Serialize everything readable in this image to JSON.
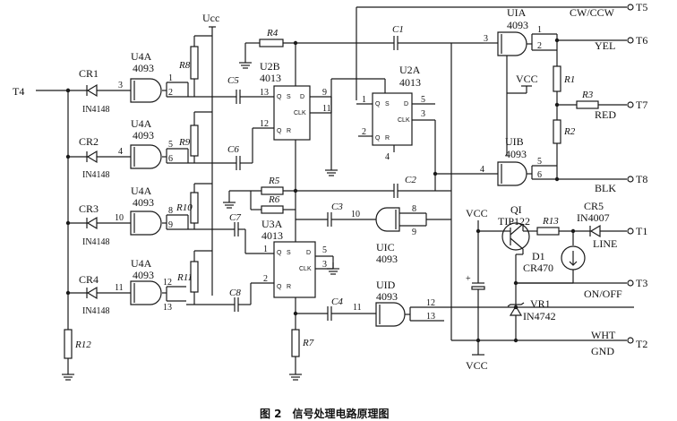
{
  "caption": "图 2　信号处理电路原理图",
  "supply": {
    "ucc": "Ucc",
    "vcc_top": "VCC",
    "vcc_left": "VCC",
    "vcc_bottom": "VCC"
  },
  "inputs": {
    "t4": "T4",
    "diodes": [
      {
        "ref": "CR1",
        "part": "IN4148"
      },
      {
        "ref": "CR2",
        "part": "IN4148"
      },
      {
        "ref": "CR3",
        "part": "IN4148"
      },
      {
        "ref": "CR4",
        "part": "IN4148"
      }
    ],
    "gates": [
      {
        "ref": "U4A",
        "part": "4093",
        "in1": "3",
        "in2": "1",
        "in3": "2"
      },
      {
        "ref": "U4A",
        "part": "4093",
        "in1": "4",
        "in2": "5",
        "in3": "6"
      },
      {
        "ref": "U4A",
        "part": "4093",
        "in1": "10",
        "in2": "8",
        "in3": "9"
      },
      {
        "ref": "U4A",
        "part": "4093",
        "in1": "11",
        "in2": "12",
        "in3": "13"
      }
    ],
    "resistors": [
      "R8",
      "R9",
      "R10",
      "R11",
      "R12"
    ]
  },
  "flipflops": {
    "u2b": {
      "ref": "U2B",
      "part": "4013",
      "p1": "13",
      "p2": "12",
      "p3": "9",
      "p4": "11",
      "q": "Q",
      "s": "S",
      "d": "D",
      "clk": "CLK",
      "qb": "Q",
      "r": "R"
    },
    "u2a": {
      "ref": "U2A",
      "part": "4013",
      "p1": "1",
      "p2": "2",
      "p3": "5",
      "p4": "3",
      "p5": "4",
      "q": "Q",
      "s": "S",
      "d": "D",
      "clk": "CLK",
      "qb": "Q",
      "r": "R"
    },
    "u3a": {
      "ref": "U3A",
      "part": "4013",
      "p1": "1",
      "p2": "2",
      "p3": "5",
      "p4": "3",
      "q": "Q",
      "s": "S",
      "d": "D",
      "clk": "CLK",
      "qb": "Q",
      "r": "R"
    }
  },
  "passives": {
    "r4": "R4",
    "r5": "R5",
    "r6": "R6",
    "r7": "R7",
    "c1": "C1",
    "c2": "C2",
    "c3": "C3",
    "c4": "C4",
    "c5": "C5",
    "c6": "C6",
    "c7": "C7",
    "c8": "C8",
    "r1": "R1",
    "r2": "R2",
    "r3": "R3",
    "r13": "R13"
  },
  "output_gates": {
    "uia": {
      "ref": "UIA",
      "part": "4093",
      "a": "3",
      "b": "1",
      "c": "2"
    },
    "uib": {
      "ref": "UIB",
      "part": "4093",
      "a": "4",
      "b": "5",
      "c": "6"
    },
    "uic": {
      "ref": "UIC",
      "part": "4093",
      "a": "10",
      "b": "8",
      "c": "9"
    },
    "uid": {
      "ref": "UID",
      "part": "4093",
      "a": "11",
      "b": "12",
      "c": "13"
    }
  },
  "power": {
    "q1": "QI",
    "q1_part": "TIP122",
    "cr5": "CR5",
    "cr5_part": "IN4007",
    "d1": "D1",
    "d1_part": "CR470",
    "vr1": "VR1",
    "vr1_part": "IN4742"
  },
  "terminals": [
    {
      "signal": "CW/CCW",
      "pin": "T5"
    },
    {
      "signal": "YEL",
      "pin": "T6"
    },
    {
      "signal": "RED",
      "pin": "T7"
    },
    {
      "signal": "BLK",
      "pin": "T8"
    },
    {
      "signal": "LINE",
      "pin": "T1"
    },
    {
      "signal": "ON/OFF",
      "pin": "T3"
    },
    {
      "signal": "WHT",
      "pin": "T2"
    },
    {
      "signal": "GND",
      "pin": ""
    }
  ]
}
